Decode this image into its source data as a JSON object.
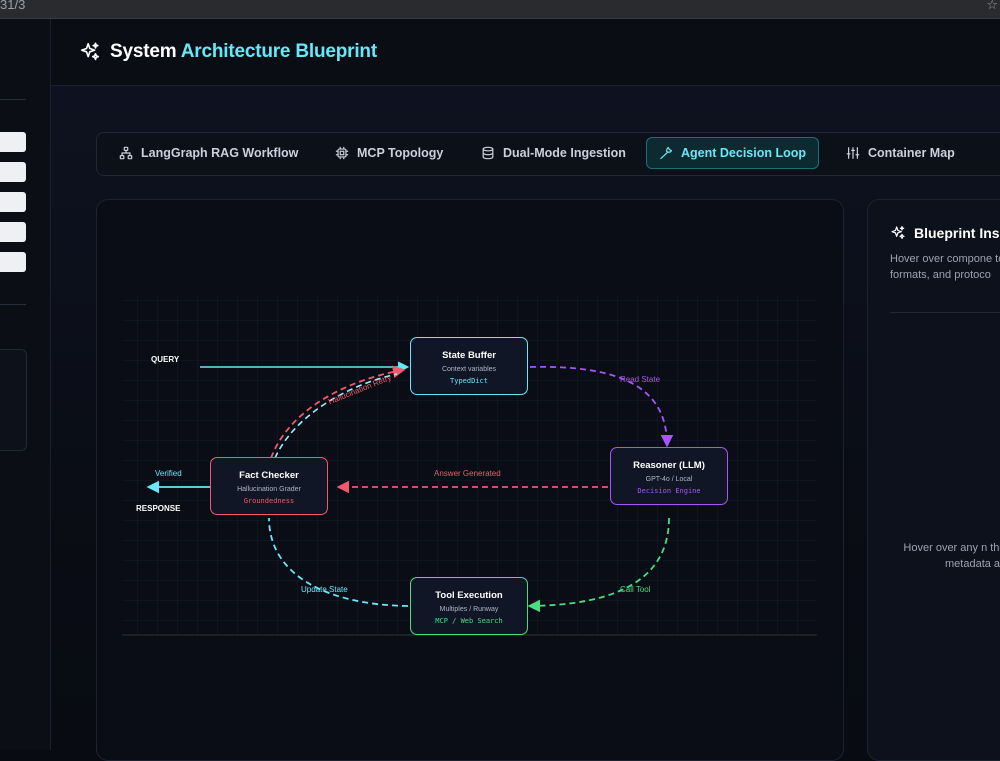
{
  "browser": {
    "title_fragment": "31/3"
  },
  "header": {
    "title_plain": "System",
    "title_accent": "Architecture Blueprint"
  },
  "tabs": [
    {
      "label": "LangGraph RAG Workflow",
      "icon": "hierarchy-icon",
      "active": false
    },
    {
      "label": "MCP Topology",
      "icon": "chip-icon",
      "active": false
    },
    {
      "label": "Dual-Mode Ingestion",
      "icon": "database-icon",
      "active": false
    },
    {
      "label": "Agent Decision Loop",
      "icon": "wrench-icon",
      "active": true
    },
    {
      "label": "Container Map",
      "icon": "sliders-icon",
      "active": false
    }
  ],
  "diagram": {
    "nodes": {
      "state_buffer": {
        "title": "State Buffer",
        "subtitle": "Context variables",
        "code": "TypedDict",
        "color": "#67e8f9"
      },
      "reasoner": {
        "title": "Reasoner (LLM)",
        "subtitle": "GPT-4o / Local",
        "code": "Decision Engine",
        "color": "#a855f7"
      },
      "fact_checker": {
        "title": "Fact Checker",
        "subtitle": "Hallucination Grader",
        "code": "Groundedness",
        "color": "#f05a6a"
      },
      "tool_execution": {
        "title": "Tool Execution",
        "subtitle": "Multiples / Runway",
        "code": "MCP / Web Search",
        "color": "#4ade80"
      }
    },
    "edges": {
      "query": "QUERY",
      "read_state": "Read State",
      "answer_generated": "Answer Generated",
      "hallucination_retry": "Hallucination Retry",
      "call_tool": "Call Tool",
      "update_state": "Update State",
      "verified": "Verified",
      "response": "RESPONSE"
    }
  },
  "inspector": {
    "title": "Blueprint Ins",
    "description": "Hover over compone to inspect real-time formats, and protoco",
    "empty_state": "Hover over any n the diagram to metadata an pr"
  },
  "colors": {
    "accent": "#67e8f9",
    "purple": "#a855f7",
    "red": "#f05a6a",
    "green": "#4ade80"
  }
}
